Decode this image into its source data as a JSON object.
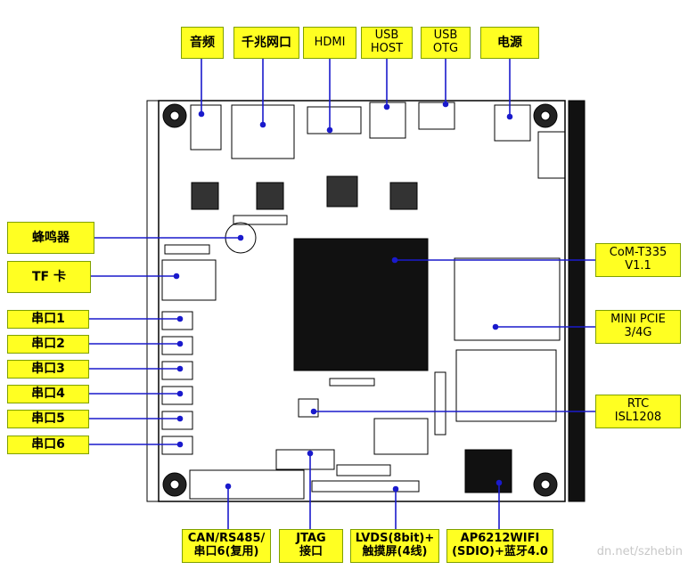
{
  "top_labels": {
    "audio": "音频",
    "gigabit_port": "千兆网口",
    "hdmi": "HDMI",
    "usb_host_1": "USB",
    "usb_host_2": "HOST",
    "usb_otg_1": "USB",
    "usb_otg_2": "OTG",
    "power": "电源"
  },
  "left_labels": {
    "buzzer": "蜂鸣器",
    "tf_card": "TF 卡",
    "serial_1": "串口1",
    "serial_2": "串口2",
    "serial_3": "串口3",
    "serial_4": "串口4",
    "serial_5": "串口5",
    "serial_6": "串口6"
  },
  "right_labels": {
    "com_module_1": "CoM-T335",
    "com_module_2": "V1.1",
    "mini_pcie_1": "MINI PCIE",
    "mini_pcie_2": "3/4G",
    "rtc_1": "RTC",
    "rtc_2": "ISL1208"
  },
  "bottom_labels": {
    "can_1": "CAN/RS485/",
    "can_2": "串口6(复用)",
    "jtag_1": "JTAG",
    "jtag_2": "接口",
    "lvds_1": "LVDS(8bit)+",
    "lvds_2": "触摸屏(4线)",
    "wifi_1": "AP6212WIFI",
    "wifi_2": "(SDIO)+蓝牙4.0"
  },
  "watermark": "dn.net/szhebin",
  "colors": {
    "label_fill": "#ffff22",
    "label_border": "#7fa000",
    "leader_line": "#1a1acc",
    "pcb_line": "#000000"
  }
}
